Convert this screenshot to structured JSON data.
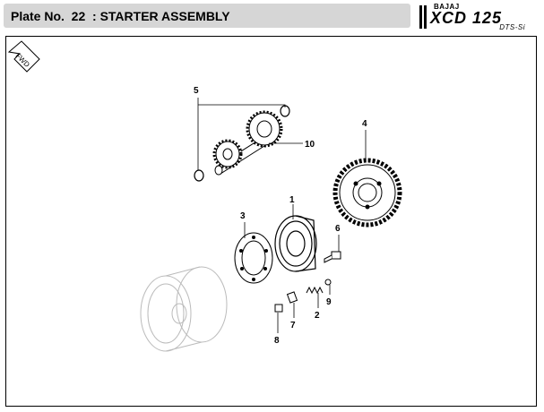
{
  "header": {
    "title": "Plate No.  22  : STARTER ASSEMBLY",
    "logo_brand": "BAJAJ",
    "logo_model": "XCD 125",
    "logo_sub": "DTS-Si"
  },
  "fwd_label": "FWD",
  "callouts": [
    "5",
    "10",
    "4",
    "1",
    "3",
    "6",
    "7",
    "2",
    "9",
    "8"
  ],
  "colors": {
    "title_bar": "#d6d6d6",
    "line": "#000000",
    "faint": "#bbbbbb"
  }
}
